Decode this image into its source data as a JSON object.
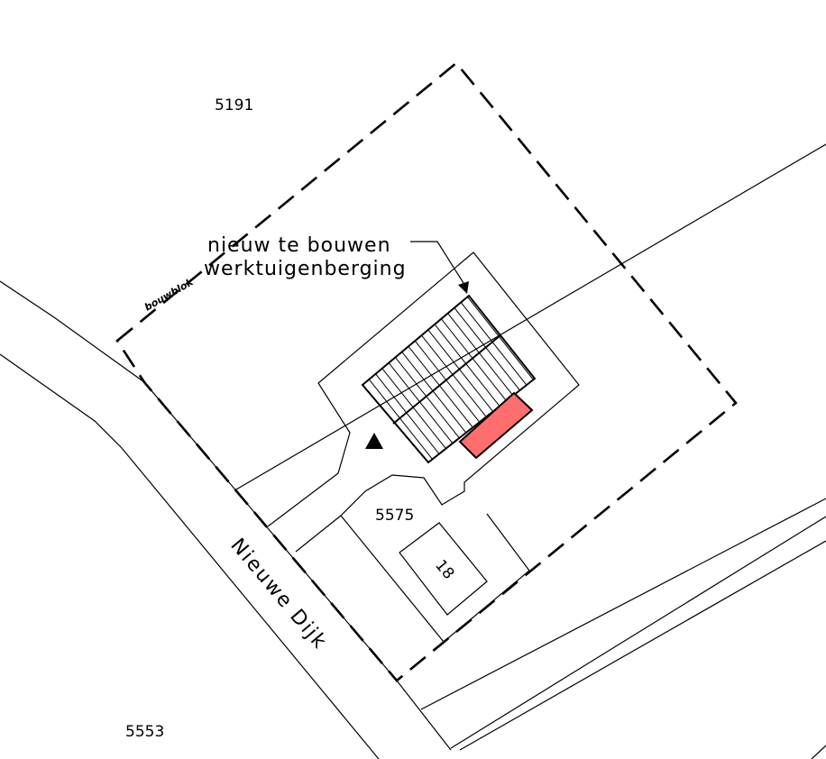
{
  "parcels": {
    "north": "5191",
    "site": "5575",
    "southwest": "5553"
  },
  "house_number": "18",
  "street_name": "Nieuwe Dijk",
  "building_block_label": "bouwblok",
  "annotation": {
    "line1": "nieuw te bouwen",
    "line2": "werktuigenberging"
  },
  "colors": {
    "highlight": "#ff6e6e",
    "line": "#000000",
    "background": "#ffffff"
  },
  "icons": {
    "entrance": "triangle-up-icon"
  }
}
